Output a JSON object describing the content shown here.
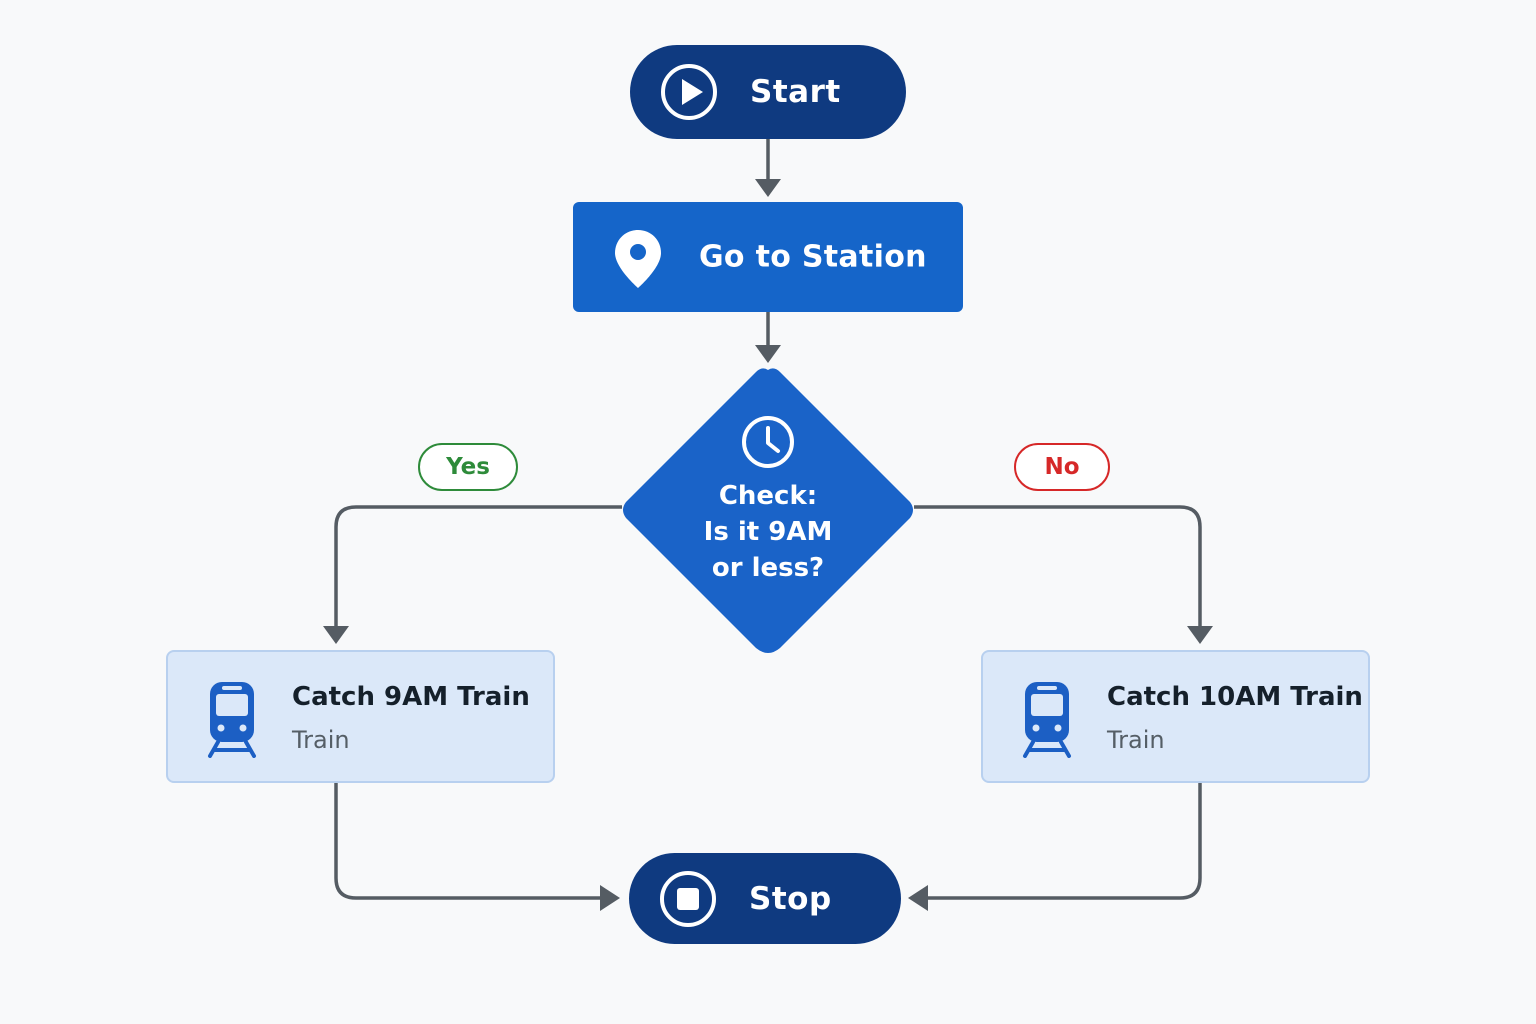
{
  "nodes": {
    "start": {
      "label": "Start",
      "icon": "play-icon"
    },
    "station": {
      "label": "Go to Station",
      "icon": "location-pin-icon"
    },
    "decision": {
      "lines": [
        "Check:",
        "Is it 9AM",
        "or less?"
      ],
      "icon": "clock-icon"
    },
    "train9": {
      "title": "Catch 9AM Train",
      "subtitle": "Train",
      "icon": "train-icon"
    },
    "train10": {
      "title": "Catch 10AM Train",
      "subtitle": "Train",
      "icon": "train-icon"
    },
    "stop": {
      "label": "Stop",
      "icon": "stop-icon"
    }
  },
  "branches": {
    "yes": "Yes",
    "no": "No"
  },
  "colors": {
    "terminal": "#0f3a80",
    "process": "#1565c9",
    "decision": "#1a63c8",
    "train_box": "#dbe8f9",
    "connector": "#555c63",
    "yes": "#2e8b3a",
    "no": "#d62828"
  }
}
